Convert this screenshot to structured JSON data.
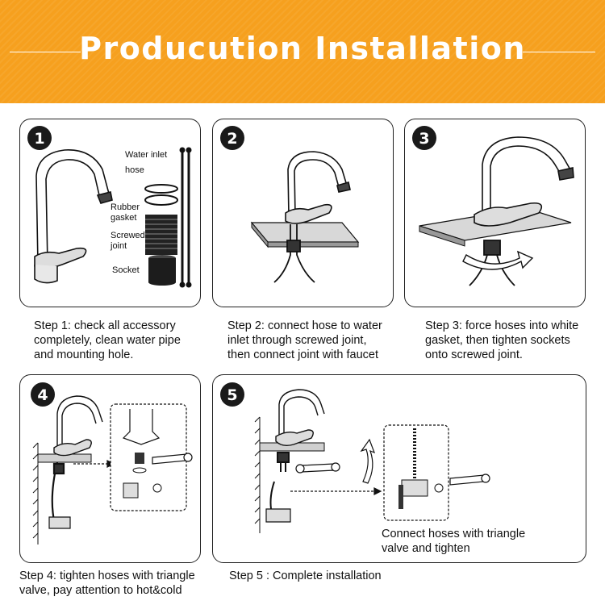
{
  "header": {
    "title": "Producution Installation"
  },
  "steps": [
    {
      "number": "1",
      "caption": [
        "Step 1: check all accessory",
        "completely, clean water pipe",
        "and mounting hole."
      ]
    },
    {
      "number": "2",
      "caption": [
        "Step 2: connect hose to water",
        "inlet through screwed joint,",
        "then connect joint with faucet"
      ]
    },
    {
      "number": "3",
      "caption": [
        "Step 3: force hoses into white",
        "gasket, then tighten sockets",
        "onto screwed joint."
      ]
    },
    {
      "number": "4",
      "caption": [
        "Step 4: tighten hoses with triangle",
        "valve, pay attention to hot&cold"
      ]
    },
    {
      "number": "5",
      "caption": [
        "Step 5 : Complete installation"
      ],
      "note": [
        "Connect hoses with triangle",
        "valve and tighten"
      ]
    }
  ],
  "accessories": {
    "water_inlet": "Water inlet",
    "hose": "hose",
    "rubber": "Rubber",
    "gasket": "gasket",
    "screwed": "Screwed",
    "joint": "joint",
    "socket": "Socket"
  },
  "colors": {
    "banner": "#f6a01e",
    "outline": "#222222",
    "badge": "#1a1a1a"
  }
}
